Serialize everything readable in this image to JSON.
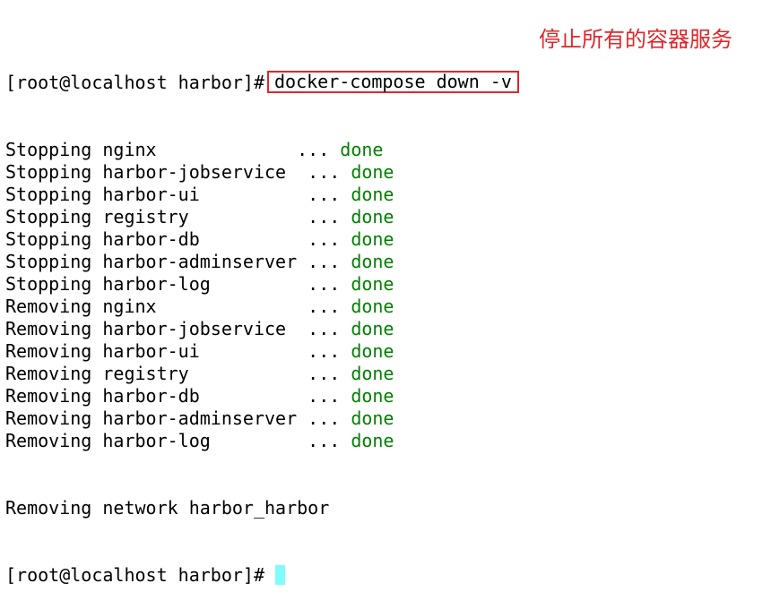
{
  "terminal": {
    "prompt": "[root@localhost harbor]#",
    "command": "docker-compose down -v",
    "annotation": "停止所有的容器服务",
    "status_text": "done",
    "lines": [
      {
        "text": "Stopping nginx             ... ",
        "status": "done"
      },
      {
        "text": "Stopping harbor-jobservice  ... ",
        "status": "done"
      },
      {
        "text": "Stopping harbor-ui          ... ",
        "status": "done"
      },
      {
        "text": "Stopping registry           ... ",
        "status": "done"
      },
      {
        "text": "Stopping harbor-db          ... ",
        "status": "done"
      },
      {
        "text": "Stopping harbor-adminserver ... ",
        "status": "done"
      },
      {
        "text": "Stopping harbor-log         ... ",
        "status": "done"
      },
      {
        "text": "Removing nginx              ... ",
        "status": "done"
      },
      {
        "text": "Removing harbor-jobservice  ... ",
        "status": "done"
      },
      {
        "text": "Removing harbor-ui          ... ",
        "status": "done"
      },
      {
        "text": "Removing registry           ... ",
        "status": "done"
      },
      {
        "text": "Removing harbor-db          ... ",
        "status": "done"
      },
      {
        "text": "Removing harbor-adminserver ... ",
        "status": "done"
      },
      {
        "text": "Removing harbor-log         ... ",
        "status": "done"
      }
    ],
    "network_line": "Removing network harbor_harbor",
    "final_prompt": "[root@localhost harbor]#"
  },
  "colors": {
    "done": "#008000",
    "highlight_box": "#e0262a",
    "cursor": "#7ffcff"
  }
}
